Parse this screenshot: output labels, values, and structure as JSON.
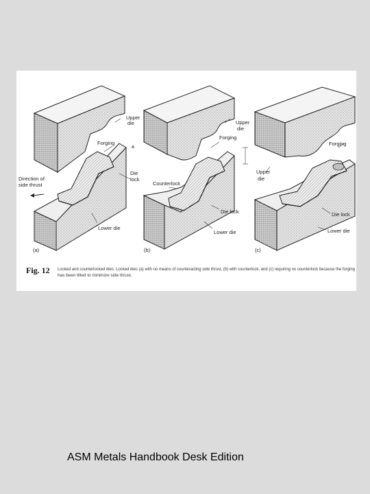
{
  "figure": {
    "number": "Fig. 12",
    "caption_line1": "Locked and counterlocked dies. Locked dies (a) with no means of counteracting side thrust, (b) with counterlock, and (c) requiring no counterlock because the forging",
    "caption_line2": "has been tilted to minimize side thrust.",
    "panels": [
      {
        "letter": "(a)",
        "labels": {
          "upper_die": [
            "Upper",
            "die"
          ],
          "forging": "Forging",
          "marker": "a",
          "die_lock": [
            "Die",
            "lock"
          ],
          "side_thrust": [
            "Direction of",
            "side thrust"
          ],
          "lower_die": "Lower die"
        }
      },
      {
        "letter": "(b)",
        "labels": {
          "upper_die": [
            "Upper",
            "die"
          ],
          "forging": "Forging",
          "counterlock": "Counterlock",
          "die_lock": "Die lock",
          "lower_die": "Lower die"
        }
      },
      {
        "letter": "(c)",
        "labels": {
          "upper_die": [
            "Upper",
            "die"
          ],
          "forging": "Forging",
          "die_lock": "Die lock",
          "lower_die": "Lower die"
        }
      }
    ]
  },
  "caption": {
    "text": "ASM Metals Handbook Desk Edition"
  }
}
